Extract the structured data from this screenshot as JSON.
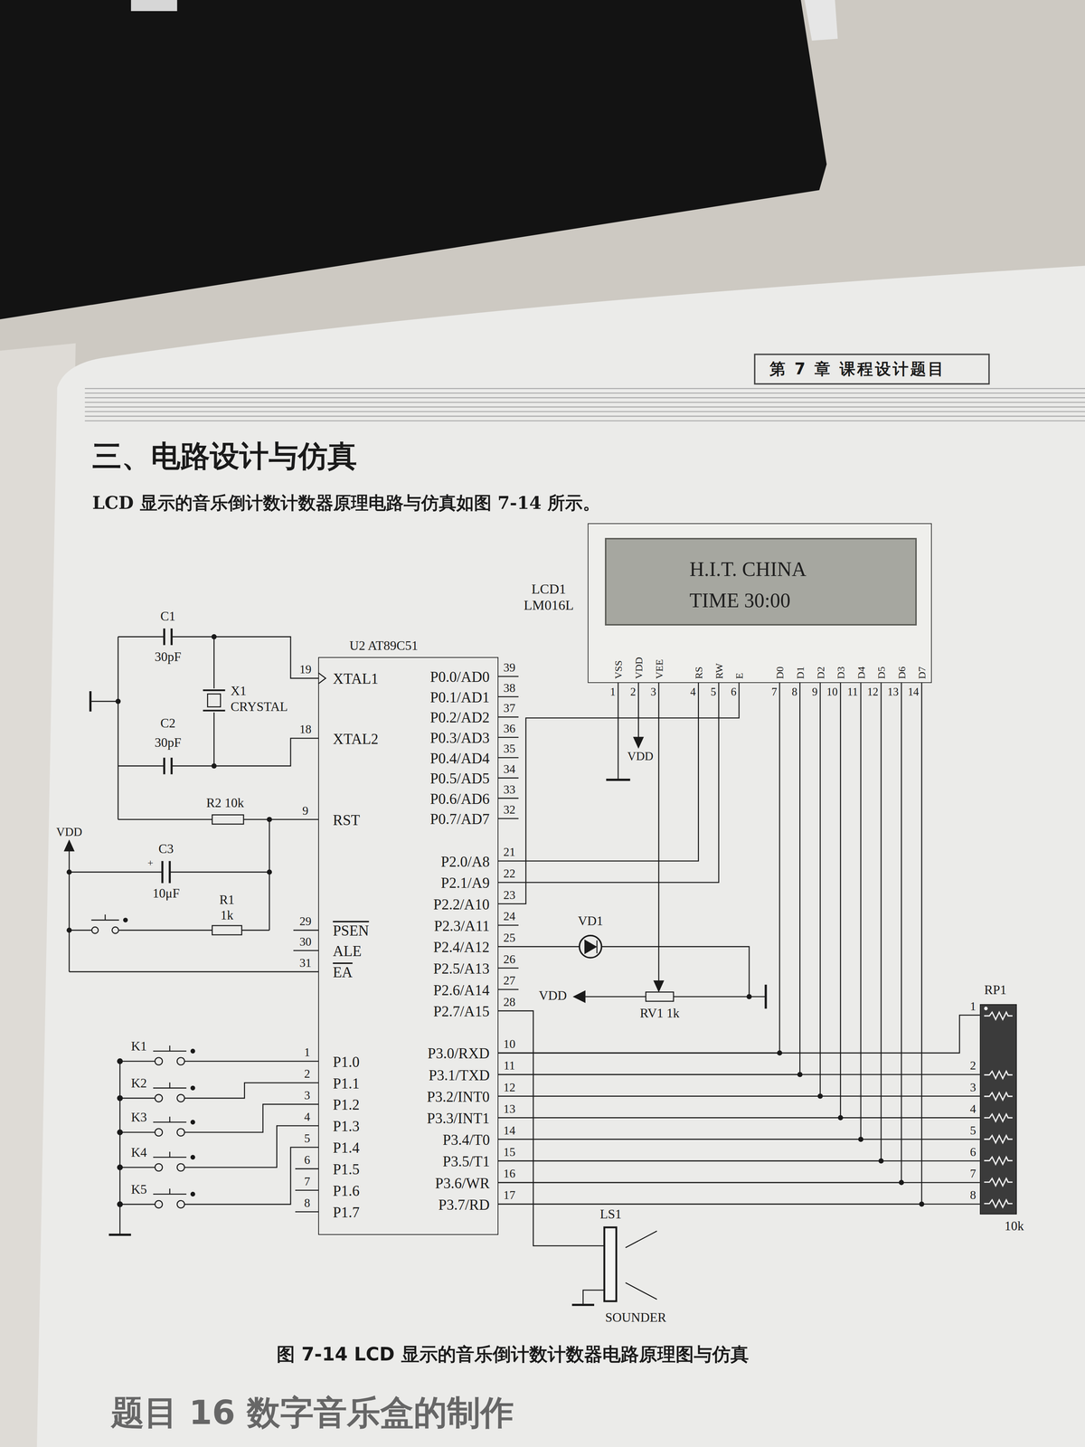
{
  "diagram": {
    "title": "三、电路设计与仿真",
    "caption": "图 7-14 LCD 显示的音乐倒计数计数器电路原理图与仿真",
    "nodes": [
      {
        "text": [
          "LCD1 LM016L",
          "VSS",
          "VDD",
          "VEE",
          "RS",
          "RW",
          "E",
          "D0",
          "D1",
          "D2",
          "D3",
          "D4",
          "D5",
          "D6",
          "D7"
        ]
      },
      {
        "text": [
          "H.I.T. CHINA",
          "TIME 30:00"
        ],
        "in": 0
      },
      {
        "text": [
          "U2 AT89C51",
          "XTAL1",
          "XTAL2",
          "RST",
          "PSEN",
          "ALE",
          "EA",
          "P1.0",
          "P1.1",
          "P1.2",
          "P1.3",
          "P1.4",
          "P1.5",
          "P1.6",
          "P1.7",
          "P0.0/AD0",
          "P0.1/AD1",
          "P0.2/AD2",
          "P0.3/AD3",
          "P0.4/AD4",
          "P0.5/AD5",
          "P0.6/AD6",
          "P0.7/AD7",
          "P2.0/A8",
          "P2.1/A9",
          "P2.2/A10",
          "P2.3/A11",
          "P2.4/A12",
          "P2.5/A13",
          "P2.6/A14",
          "P2.7/A15",
          "P3.0/RXD",
          "P3.1/TXD",
          "P3.2/INT0",
          "P3.3/INT1",
          "P3.4/T0",
          "P3.5/T1",
          "P3.6/WR",
          "P3.7/RD"
        ]
      },
      {
        "text": [
          "RP1",
          "10k"
        ]
      }
    ],
    "edges": [
      {
        "from": 2,
        "to": 0,
        "arrow": "none"
      },
      {
        "from": 2,
        "to": 0,
        "arrow": "none"
      },
      {
        "from": 2,
        "to": 0,
        "arrow": "none"
      },
      {
        "from": 2,
        "to": 0,
        "arrow": "none"
      },
      {
        "from": 2,
        "to": 0,
        "arrow": "none"
      },
      {
        "from": 2,
        "to": 0,
        "arrow": "none"
      },
      {
        "from": 2,
        "to": 0,
        "arrow": "none"
      },
      {
        "from": 2,
        "to": 0,
        "arrow": "none"
      },
      {
        "from": 2,
        "to": 0,
        "arrow": "none"
      },
      {
        "from": 2,
        "to": 0,
        "arrow": "none"
      },
      {
        "from": 2,
        "to": 0,
        "arrow": "none"
      },
      {
        "from": 2,
        "to": 3,
        "arrow": "none"
      },
      {
        "from": 2,
        "to": 3,
        "arrow": "none"
      },
      {
        "from": 2,
        "to": 3,
        "arrow": "none"
      },
      {
        "from": 2,
        "to": 3,
        "arrow": "none"
      },
      {
        "from": 2,
        "to": 3,
        "arrow": "none"
      },
      {
        "from": 2,
        "to": 3,
        "arrow": "none"
      },
      {
        "from": 2,
        "to": 3,
        "arrow": "none"
      },
      {
        "from": 2,
        "to": 3,
        "arrow": "none"
      }
    ],
    "labels": [
      "第 7 章 课程设计题目",
      "LCD 显示的音乐倒计数计数器原理电路与仿真如图 7-14 所示。",
      "C1",
      "30pF",
      "X1",
      "CRYSTAL",
      "C2",
      "30pF",
      "R2 10k",
      "VDD",
      "C3",
      "+",
      "10μF",
      "R1",
      "1k",
      "K1",
      "K2",
      "K3",
      "K4",
      "K5",
      "VD1",
      "VDD",
      "RV1 1k",
      "LS1",
      "SOUNDER",
      "VDD",
      "19",
      "18",
      "9",
      "29",
      "30",
      "31",
      "1",
      "2",
      "3",
      "4",
      "5",
      "6",
      "7",
      "8",
      "39",
      "38",
      "37",
      "36",
      "35",
      "34",
      "33",
      "32",
      "21",
      "22",
      "23",
      "24",
      "25",
      "26",
      "27",
      "28",
      "10",
      "11",
      "12",
      "13",
      "14",
      "15",
      "16",
      "17",
      "1",
      "2",
      "3",
      "4",
      "5",
      "6",
      "7",
      "8",
      "9",
      "10",
      "11",
      "12",
      "13",
      "14",
      "1",
      "2",
      "3",
      "4",
      "5",
      "6",
      "7",
      "8",
      "题目 16 数字音乐盒的制作"
    ]
  }
}
